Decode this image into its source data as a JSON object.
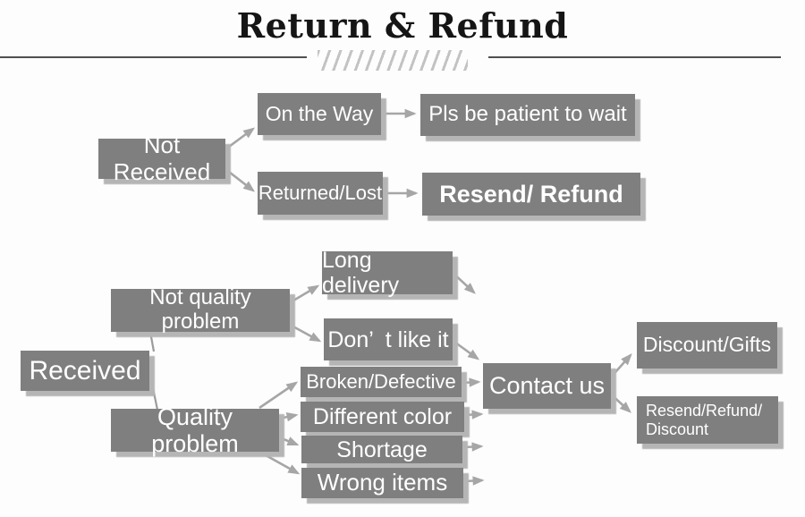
{
  "title": "Return & Refund",
  "colors": {
    "box": "#7f7f7f",
    "box_text": "#ffffff",
    "box_shadow": "#b5b5b5",
    "arrow": "#a6a6a6",
    "title_text": "#151515",
    "rule": "#4f4f4f",
    "hatch": "#c3c3c3",
    "background": "#fdfdfd"
  },
  "nodes": {
    "not_received": "Not Received",
    "on_the_way": "On the Way",
    "pls_be_patient": "Pls be patient to wait",
    "returned_lost": "Returned/Lost",
    "resend_refund": "Resend/ Refund",
    "received": "Received",
    "not_quality_problem": "Not quality problem",
    "long_delivery": "Long delivery",
    "dont_like_it": "Don’  t like it",
    "quality_problem": "Quality problem",
    "broken_defective": "Broken/Defective",
    "different_color": "Different color",
    "shortage": "Shortage",
    "wrong_items": "Wrong items",
    "contact_us": "Contact us",
    "discount_gifts": "Discount/Gifts",
    "resend_refund_discount": "Resend/Refund/\nDiscount"
  }
}
